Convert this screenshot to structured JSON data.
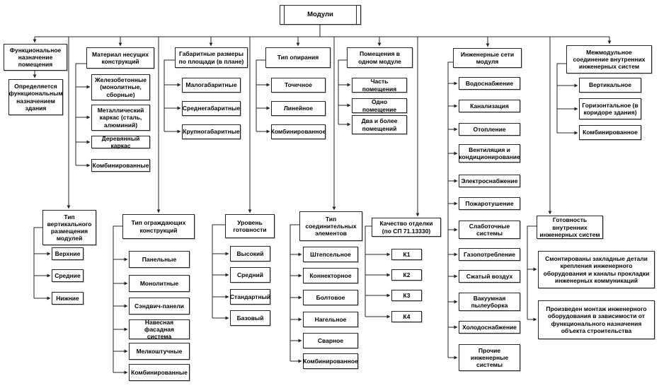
{
  "root": {
    "label": "Модули"
  },
  "colors": {
    "background": "#ffffff",
    "line": "#262626",
    "box_border": "#262626",
    "text": "#000000"
  },
  "columns": [
    {
      "title": "Функциональное назначение помещения",
      "items": [
        "Определяется функциональным назначением здания"
      ]
    },
    {
      "title": "Материал несущих конструкций",
      "items": [
        "Железобетонные (монолитные, сборные)",
        "Металлический каркас (сталь, алюминий)",
        "Деревянный каркас",
        "Комбинированные"
      ]
    },
    {
      "title": "Габаритные размеры по площади (в плане)",
      "items": [
        "Малогабаритные",
        "Среднегабаритные",
        "Крупногабаритные"
      ]
    },
    {
      "title": "Тип опирания",
      "items": [
        "Точечное",
        "Линейное",
        "Комбинированное"
      ]
    },
    {
      "title": "Помещения в одном модуле",
      "items": [
        "Часть помещения",
        "Одно помещение",
        "Два и более помещений"
      ]
    },
    {
      "title": "Инженерные сети модуля",
      "items": [
        "Водоснабжение",
        "Канализация",
        "Отопление",
        "Вентиляция и кондиционирование",
        "Электроснабжение",
        "Пожаротушение",
        "Слаботочные системы",
        "Газопотребление",
        "Сжатый воздух",
        "Вакуумная пылеуборка",
        "Холодоснабжение",
        "Прочие инженерные системы"
      ]
    },
    {
      "title": "Межмодульное соединение внутренних инженерных систем",
      "items": [
        "Вертикальное",
        "Горизонтальное (в коридоре здания)",
        "Комбинированное"
      ]
    },
    {
      "title": "Тип вертикального размещения модулей",
      "items": [
        "Верхние",
        "Средние",
        "Нижние"
      ]
    },
    {
      "title": "Тип ограждающих конструкций",
      "items": [
        "Панельные",
        "Монолитные",
        "Сэндвич-панели",
        "Навесная фасадная система",
        "Мелкоштучные",
        "Комбинированные"
      ]
    },
    {
      "title": "Уровень готовности",
      "items": [
        "Высокий",
        "Средний",
        "Стандартный",
        "Базовый"
      ]
    },
    {
      "title": "Тип соединительных элементов",
      "items": [
        "Штепсельное",
        "Коннекторное",
        "Болтовое",
        "Нагельное",
        "Сварное",
        "Комбинированное"
      ]
    },
    {
      "title": "Качество отделки (по СП 71.13330)",
      "items": [
        "К1",
        "К2",
        "К3",
        "К4"
      ]
    },
    {
      "title": "Готовность внутренних инженерных систем",
      "items": [
        "Смонтированы закладные детали крепления инженерного оборудования и каналы прокладки инженерных коммуникаций",
        "Произведен монтаж инженерного оборудования в зависимости от функционального назначения объекта строительства"
      ]
    }
  ]
}
